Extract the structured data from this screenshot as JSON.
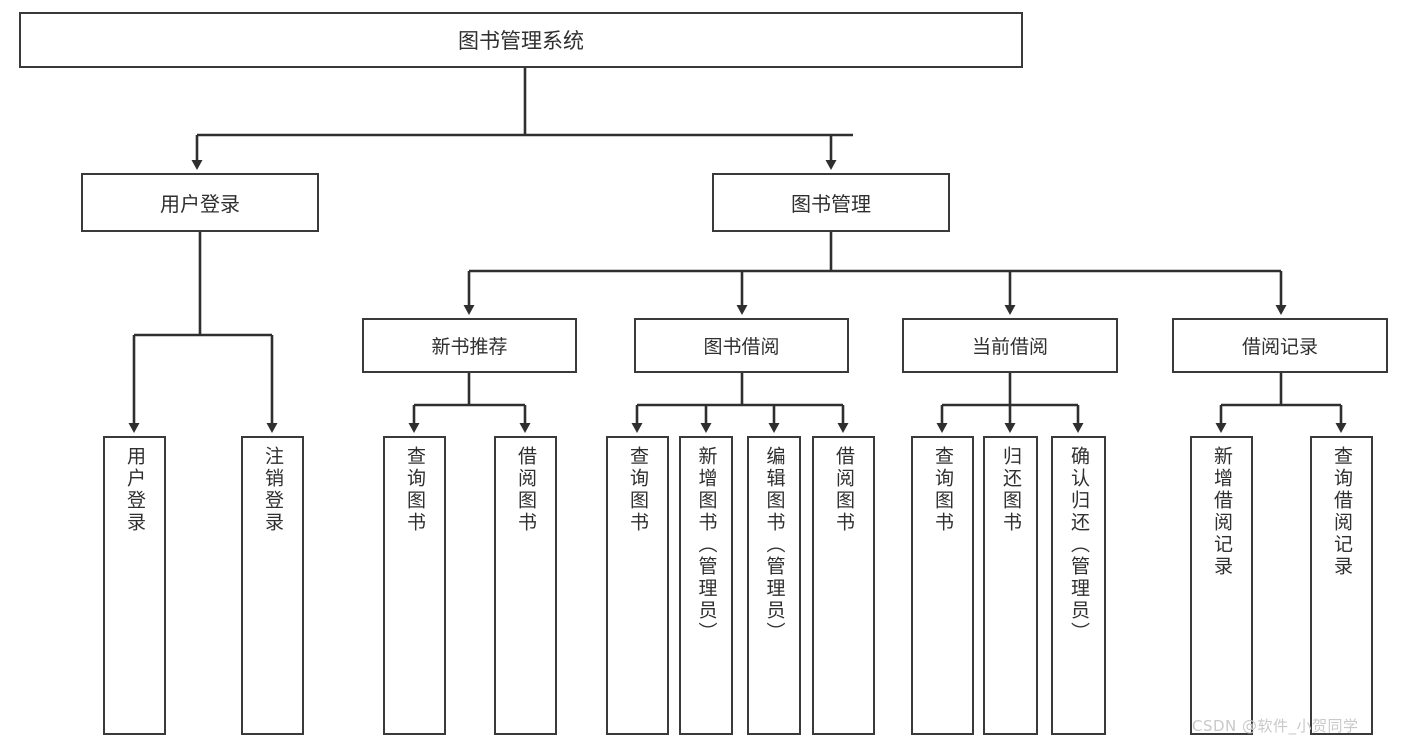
{
  "diagram": {
    "title_node": {
      "label": "图书管理系统"
    },
    "level2": [
      {
        "label": "用户登录"
      },
      {
        "label": "图书管理"
      }
    ],
    "level3": [
      {
        "label": "新书推荐"
      },
      {
        "label": "图书借阅"
      },
      {
        "label": "当前借阅"
      },
      {
        "label": "借阅记录"
      }
    ],
    "leaves": {
      "user_login": [
        {
          "label": "用户登录"
        },
        {
          "label": "注销登录"
        }
      ],
      "new_book_recommend": [
        {
          "label": "查询图书"
        },
        {
          "label": "借阅图书"
        }
      ],
      "book_borrow": [
        {
          "label": "查询图书"
        },
        {
          "label": "新增图书（管理员）"
        },
        {
          "label": "编辑图书（管理员）"
        },
        {
          "label": "借阅图书"
        }
      ],
      "current_borrow": [
        {
          "label": "查询图书"
        },
        {
          "label": "归还图书"
        },
        {
          "label": "确认归还（管理员）"
        }
      ],
      "borrow_record": [
        {
          "label": "新增借阅记录"
        },
        {
          "label": "查询借阅记录"
        }
      ]
    },
    "watermark": {
      "text": "CSDN @软件_小贺同学"
    },
    "colors": {
      "border": "#3a3a3a",
      "text": "#2f2f2f",
      "background": "#ffffff",
      "watermark": "#c9c9c9"
    }
  }
}
